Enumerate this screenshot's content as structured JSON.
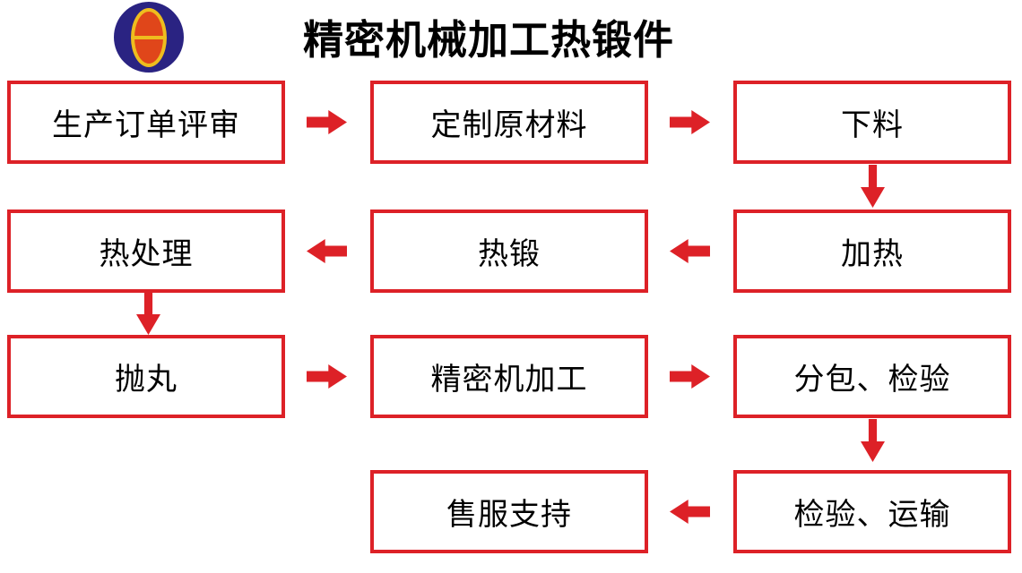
{
  "title": "精密机械加工热锻件",
  "accent_color": "#dd2127",
  "logo": {
    "name": "oval-theta-logo",
    "outer_color": "#2a2382",
    "inner_color": "#e0461a",
    "ring_color": "#eebd1e"
  },
  "nodes": [
    {
      "id": "order-review",
      "label": "生产订单评审",
      "col": 1,
      "row": 1
    },
    {
      "id": "custom-raw-material",
      "label": "定制原材料",
      "col": 2,
      "row": 1
    },
    {
      "id": "blanking",
      "label": "下料",
      "col": 3,
      "row": 1
    },
    {
      "id": "heating",
      "label": "加热",
      "col": 3,
      "row": 2
    },
    {
      "id": "hot-forging",
      "label": "热锻",
      "col": 2,
      "row": 2
    },
    {
      "id": "heat-treatment",
      "label": "热处理",
      "col": 1,
      "row": 2
    },
    {
      "id": "shot-blasting",
      "label": "抛丸",
      "col": 1,
      "row": 3
    },
    {
      "id": "precision-machining",
      "label": "精密机加工",
      "col": 2,
      "row": 3
    },
    {
      "id": "subcontract-inspection",
      "label": "分包、检验",
      "col": 3,
      "row": 3
    },
    {
      "id": "inspection-transport",
      "label": "检验、运输",
      "col": 3,
      "row": 4
    },
    {
      "id": "after-sales-support",
      "label": "售服支持",
      "col": 2,
      "row": 4
    }
  ],
  "edges": [
    {
      "from": "生产订单评审",
      "to": "定制原材料",
      "direction": "right"
    },
    {
      "from": "定制原材料",
      "to": "下料",
      "direction": "right"
    },
    {
      "from": "下料",
      "to": "加热",
      "direction": "down"
    },
    {
      "from": "加热",
      "to": "热锻",
      "direction": "left"
    },
    {
      "from": "热锻",
      "to": "热处理",
      "direction": "left"
    },
    {
      "from": "热处理",
      "to": "抛丸",
      "direction": "down"
    },
    {
      "from": "抛丸",
      "to": "精密机加工",
      "direction": "right"
    },
    {
      "from": "精密机加工",
      "to": "分包、检验",
      "direction": "right"
    },
    {
      "from": "分包、检验",
      "to": "检验、运输",
      "direction": "down"
    },
    {
      "from": "检验、运输",
      "to": "售服支持",
      "direction": "left"
    }
  ]
}
